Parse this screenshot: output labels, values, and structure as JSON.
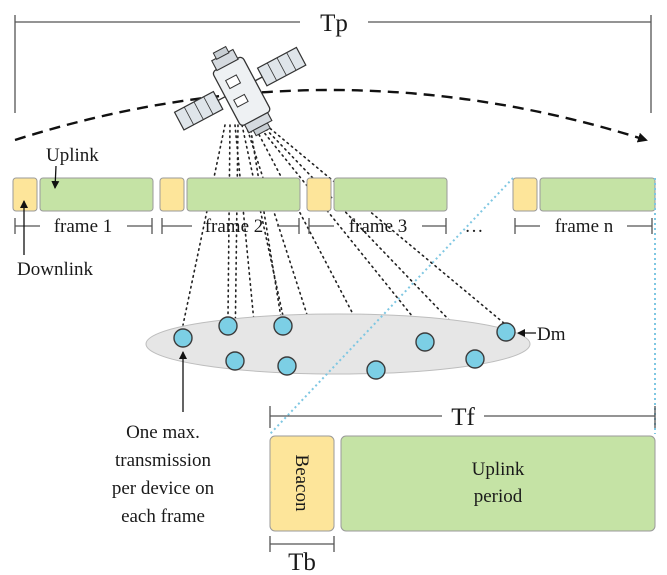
{
  "labels": {
    "tp": "Tp",
    "uplink": "Uplink",
    "downlink": "Downlink",
    "frames": [
      "frame 1",
      "frame 2",
      "frame 3",
      "frame n"
    ],
    "ellipsis": "…",
    "dm": "Dm",
    "note": [
      "One max.",
      "transmission",
      "per device on",
      "each frame"
    ],
    "tf": "Tf",
    "beacon": "Beacon",
    "uplink_period": [
      "Uplink",
      "period"
    ],
    "tb": "Tb"
  },
  "colors": {
    "downlink": "#fde59a",
    "uplink": "#c5e3a5",
    "device": "#7ccfe5",
    "zoom_lines": "#7fc7e2"
  },
  "icons": {
    "satellite": "satellite-icon"
  }
}
